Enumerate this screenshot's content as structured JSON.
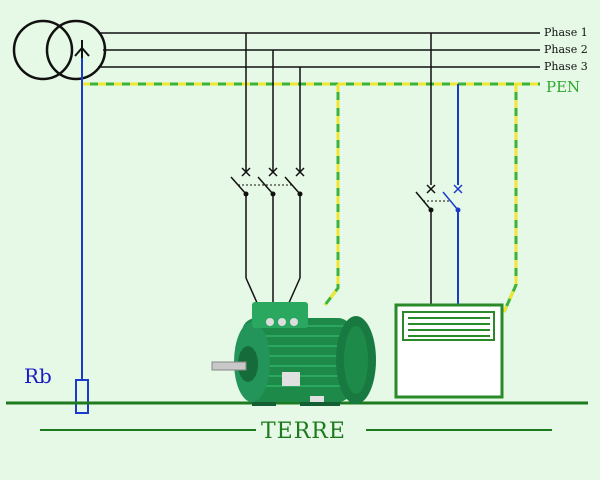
{
  "labels": {
    "phase1": "Phase 1",
    "phase2": "Phase 2",
    "phase3": "Phase 3",
    "pen": "PEN",
    "rb": "Rb",
    "terre": "TERRE"
  },
  "colors": {
    "background": "#e6f8e6",
    "phase_wire": "#111111",
    "neutral_wire": "#1a3cc8",
    "pen_green": "#3cb43c",
    "pen_yellow": "#f0e632",
    "ground_green": "#1e7a1e",
    "motor_green": "#1d8a4a",
    "radiator_green": "#2a8a2a"
  },
  "icons": {
    "transformer": "transformer-icon",
    "breaker_3p": "three-pole-breaker-icon",
    "breaker_2p": "two-pole-breaker-icon",
    "motor": "electric-motor-icon",
    "radiator": "electric-radiator-icon",
    "earth_resistance": "earth-resistance-icon"
  }
}
